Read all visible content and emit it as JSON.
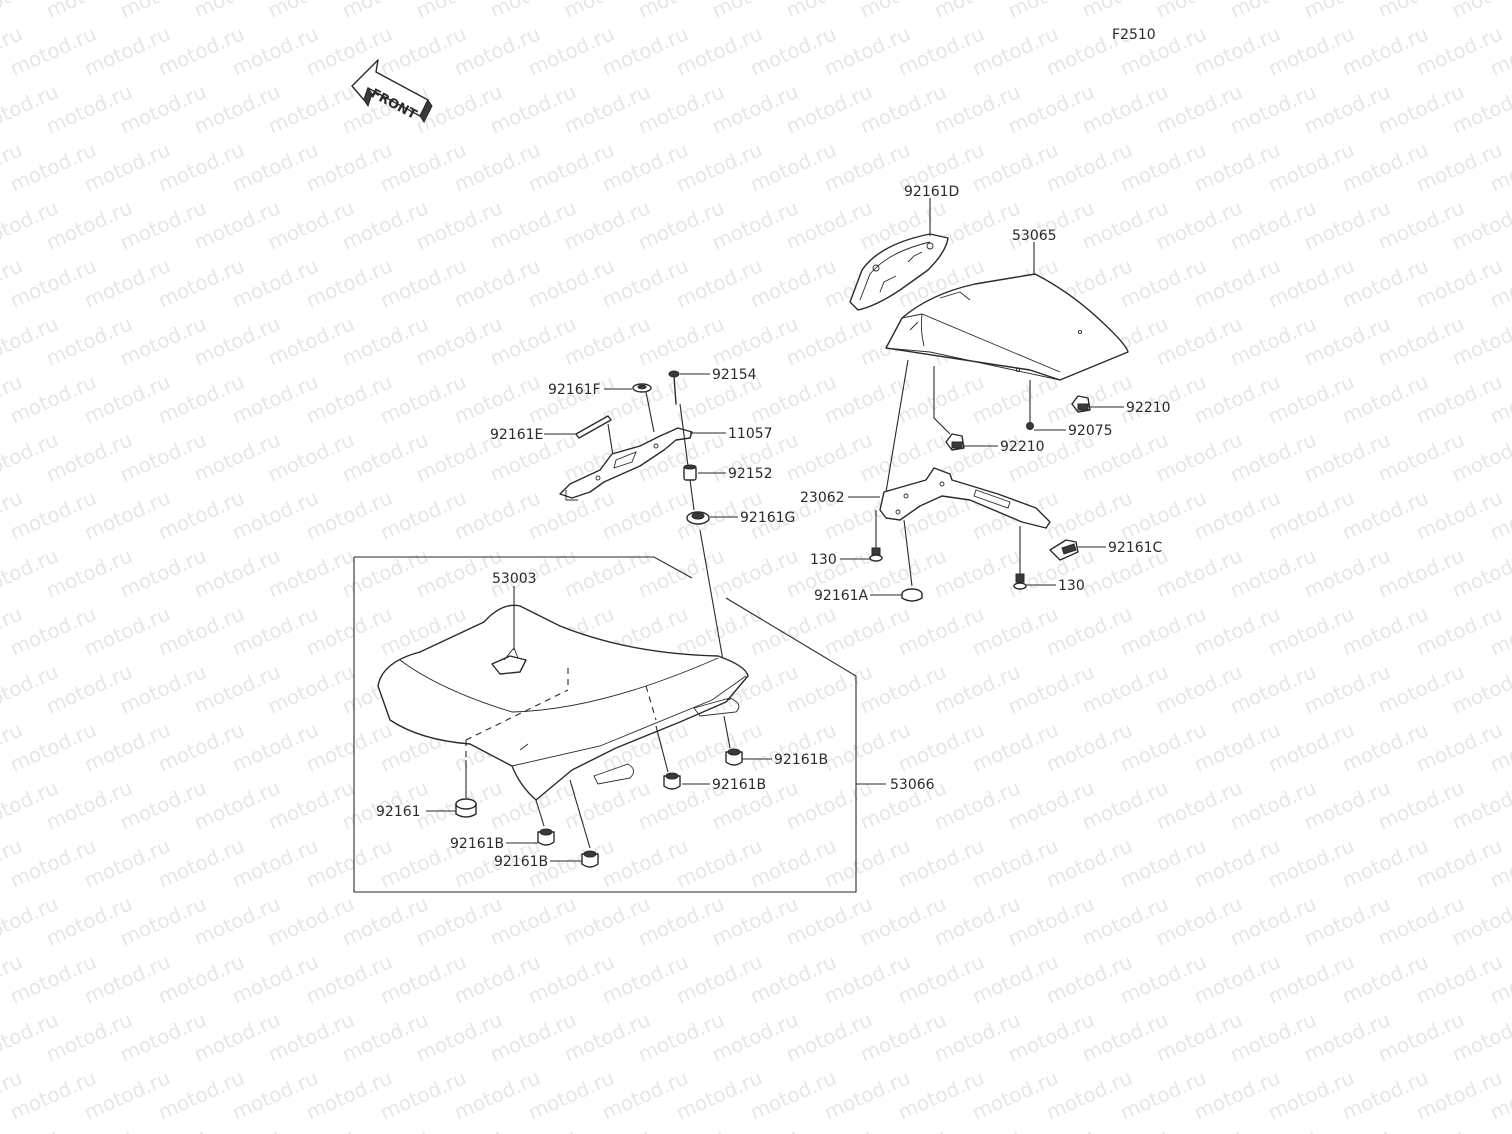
{
  "diagram": {
    "code": "F2510",
    "direction_label": "FRONT",
    "watermark": "motod.ru",
    "part_labels": {
      "p92161D": "92161D",
      "p53065": "53065",
      "p92154": "92154",
      "p92161F": "92161F",
      "p92161E": "92161E",
      "p11057": "11057",
      "p92152": "92152",
      "p92161G": "92161G",
      "p92210a": "92210",
      "p92075": "92075",
      "p92210b": "92210",
      "p23062": "23062",
      "p92161C": "92161C",
      "p130a": "130",
      "p130b": "130",
      "p92161A": "92161A",
      "p53003": "53003",
      "p92161Ba": "92161B",
      "p92161Bb": "92161B",
      "p53066": "53066",
      "p92161": "92161",
      "p92161Bc": "92161B",
      "p92161Bd": "92161B"
    }
  }
}
